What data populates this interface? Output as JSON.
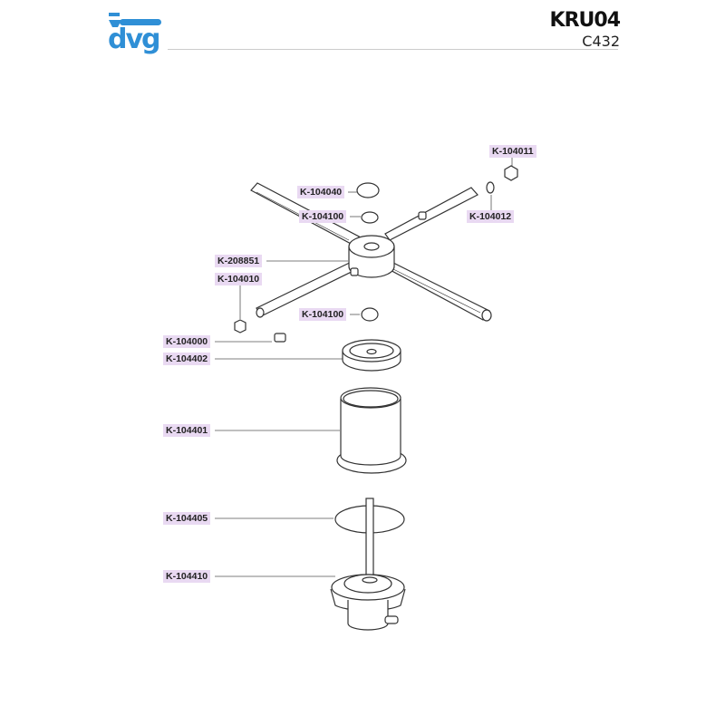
{
  "header": {
    "brand": "dvg",
    "model": "KRU04",
    "code": "C432"
  },
  "parts": [
    {
      "id": "p1",
      "code": "K-104011"
    },
    {
      "id": "p2",
      "code": "K-104040"
    },
    {
      "id": "p3",
      "code": "K-104100"
    },
    {
      "id": "p4",
      "code": "K-104012"
    },
    {
      "id": "p5",
      "code": "K-208851"
    },
    {
      "id": "p6",
      "code": "K-104010"
    },
    {
      "id": "p7",
      "code": "K-104100"
    },
    {
      "id": "p8",
      "code": "K-104000"
    },
    {
      "id": "p9",
      "code": "K-104402"
    },
    {
      "id": "p10",
      "code": "K-104401"
    },
    {
      "id": "p11",
      "code": "K-104405"
    },
    {
      "id": "p12",
      "code": "K-104410"
    }
  ],
  "colors": {
    "brand": "#2f8fd6",
    "label_bg": "#e9d9f2"
  }
}
